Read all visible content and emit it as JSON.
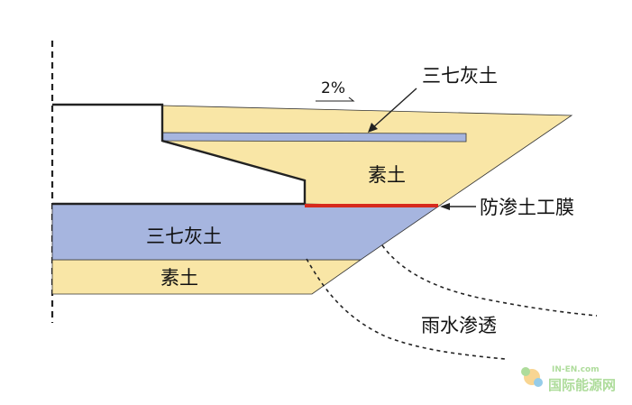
{
  "labels": {
    "slope": "2%",
    "lime_soil_upper": "三七灰土",
    "plain_soil_upper": "素土",
    "membrane": "防渗土工膜",
    "lime_soil_lower": "三七灰土",
    "plain_soil_lower": "素土",
    "rain_seepage": "雨水渗透"
  },
  "watermark": {
    "domain": "IN-EN.com",
    "name": "国际能源网"
  },
  "colors": {
    "plain_soil": "#f9e6a6",
    "lime_soil": "#a6b5df",
    "membrane": "#d62a1d",
    "outline": "#222222",
    "watermark_green": "#6cc04a"
  }
}
